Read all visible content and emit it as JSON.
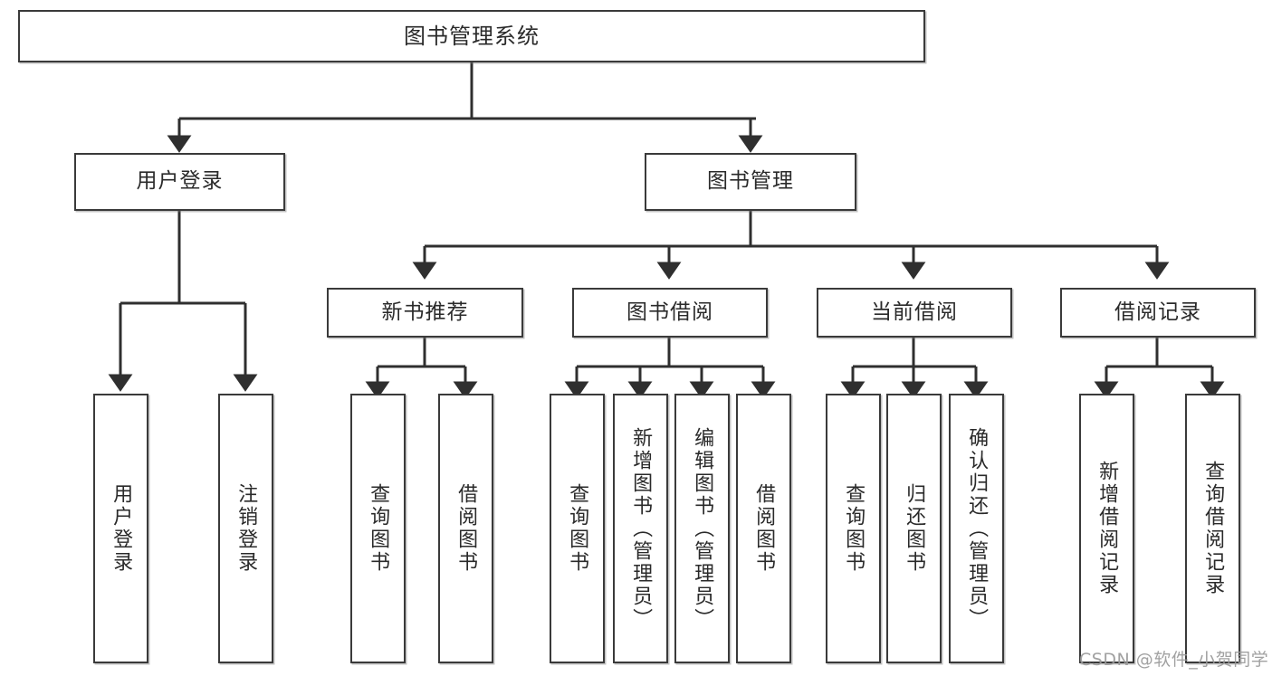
{
  "diagram": {
    "title": "图书管理系统",
    "type": "tree-hierarchy-diagram",
    "root": {
      "label": "图书管理系统"
    },
    "level2": [
      {
        "label": "用户登录"
      },
      {
        "label": "图书管理"
      }
    ],
    "level3": [
      {
        "label": "新书推荐"
      },
      {
        "label": "图书借阅"
      },
      {
        "label": "当前借阅"
      },
      {
        "label": "借阅记录"
      }
    ],
    "leaves": {
      "user_login": [
        {
          "label": "用户登录"
        },
        {
          "label": "注销登录"
        }
      ],
      "new_book_recommend": [
        {
          "label": "查询图书"
        },
        {
          "label": "借阅图书"
        }
      ],
      "book_borrow": [
        {
          "label": "查询图书"
        },
        {
          "label": "新增图书（管理员）"
        },
        {
          "label": "编辑图书（管理员）"
        },
        {
          "label": "借阅图书"
        }
      ],
      "current_borrow": [
        {
          "label": "查询图书"
        },
        {
          "label": "归还图书"
        },
        {
          "label": "确认归还（管理员）"
        }
      ],
      "borrow_record": [
        {
          "label": "新增借阅记录"
        },
        {
          "label": "查询借阅记录"
        }
      ]
    },
    "colors": {
      "box_border": "#3a3a3a",
      "box_fill": "#ffffff",
      "connector": "#2f2f2f",
      "text": "#2a2a2a",
      "watermark": "#9a9a9a"
    }
  },
  "watermark": {
    "text": "CSDN @软件_小贺同学"
  }
}
